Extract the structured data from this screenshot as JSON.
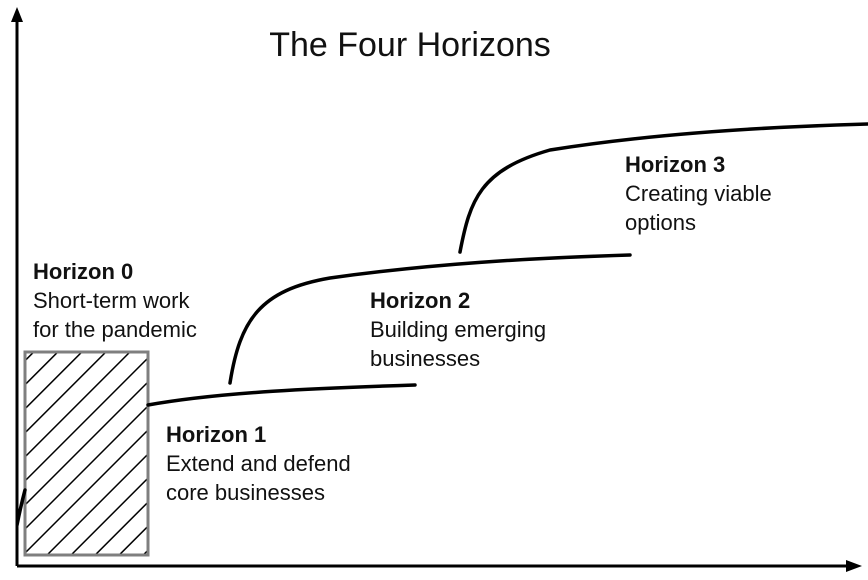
{
  "title": "The Four Horizons",
  "colors": {
    "line": "#000000",
    "box_border": "#7f7f7f",
    "hatch": "#000000",
    "text": "#111111"
  },
  "horizons": [
    {
      "heading": "Horizon 0",
      "lines": [
        "Short-term work",
        "for the pandemic"
      ]
    },
    {
      "heading": "Horizon 1",
      "lines": [
        "Extend and defend",
        "core businesses"
      ]
    },
    {
      "heading": "Horizon 2",
      "lines": [
        "Building emerging",
        "businesses"
      ]
    },
    {
      "heading": "Horizon 3",
      "lines": [
        "Creating viable",
        "options"
      ]
    }
  ]
}
